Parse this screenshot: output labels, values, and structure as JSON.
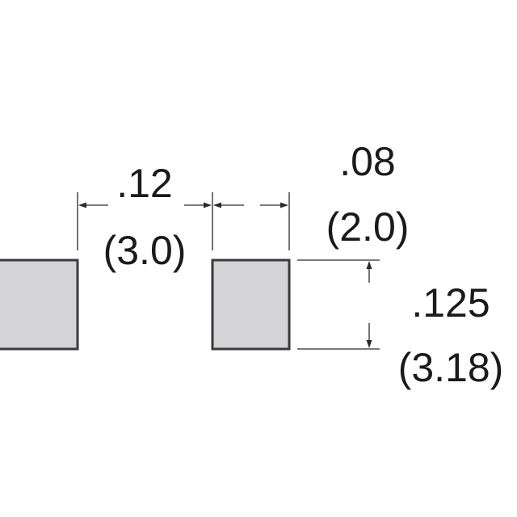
{
  "colors": {
    "pad_fill": "#d4d4d6",
    "pad_stroke": "#3a3a3a",
    "line": "#2a2a2a",
    "text": "#1a1a1a",
    "background": "#ffffff"
  },
  "dimensions": {
    "pad_spacing": {
      "inch": ".12",
      "mm": "(3.0)"
    },
    "pad_width": {
      "inch": ".08",
      "mm": "(2.0)"
    },
    "pad_height": {
      "inch": ".125",
      "mm": "(3.18)"
    }
  }
}
